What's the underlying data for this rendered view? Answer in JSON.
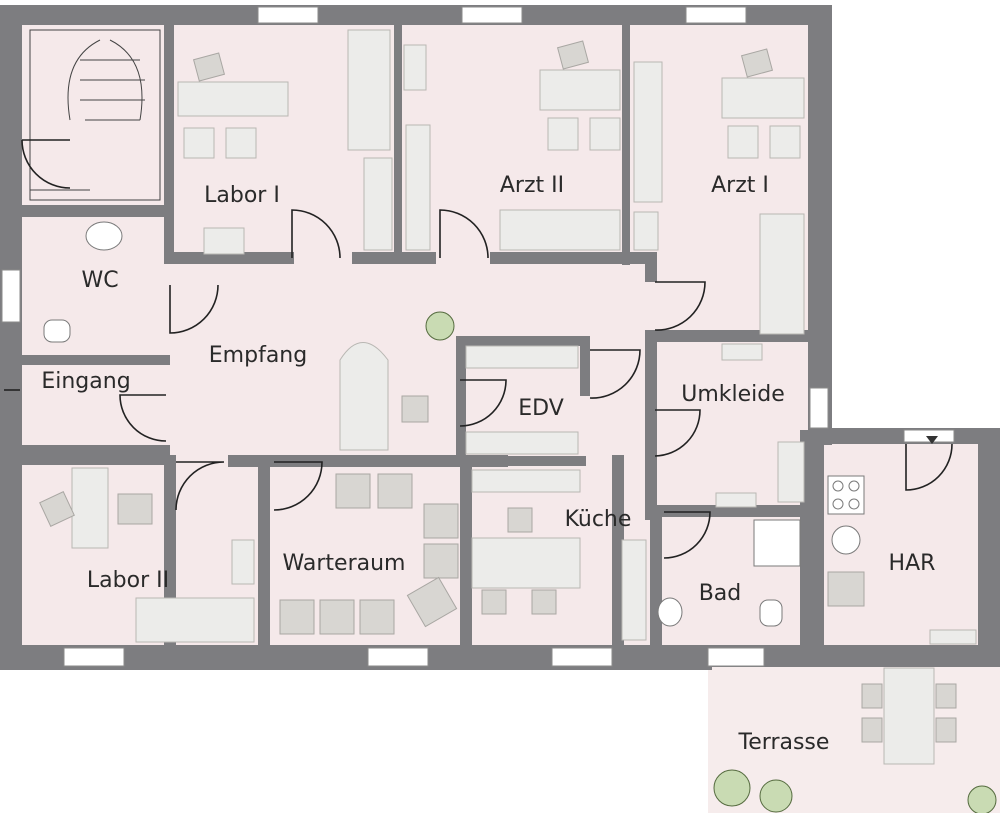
{
  "rooms": {
    "labor1": "Labor I",
    "arzt2": "Arzt II",
    "arzt1": "Arzt I",
    "wc": "WC",
    "empfang": "Empfang",
    "eingang": "Eingang",
    "edv": "EDV",
    "umkleide": "Umkleide",
    "labor2": "Labor II",
    "warteraum": "Warteraum",
    "kueche": "Küche",
    "bad": "Bad",
    "har": "HAR",
    "terrasse": "Terrasse"
  },
  "colors": {
    "wall": "#7d7d80",
    "floor": "#f5e9ea",
    "furniture": "#ececea",
    "plant": "#c9dbb3"
  },
  "icons": [
    "staircase-icon",
    "sink-icon",
    "toilet-icon",
    "shower-icon",
    "stove-icon",
    "plant-icon",
    "door-swing-icon"
  ]
}
